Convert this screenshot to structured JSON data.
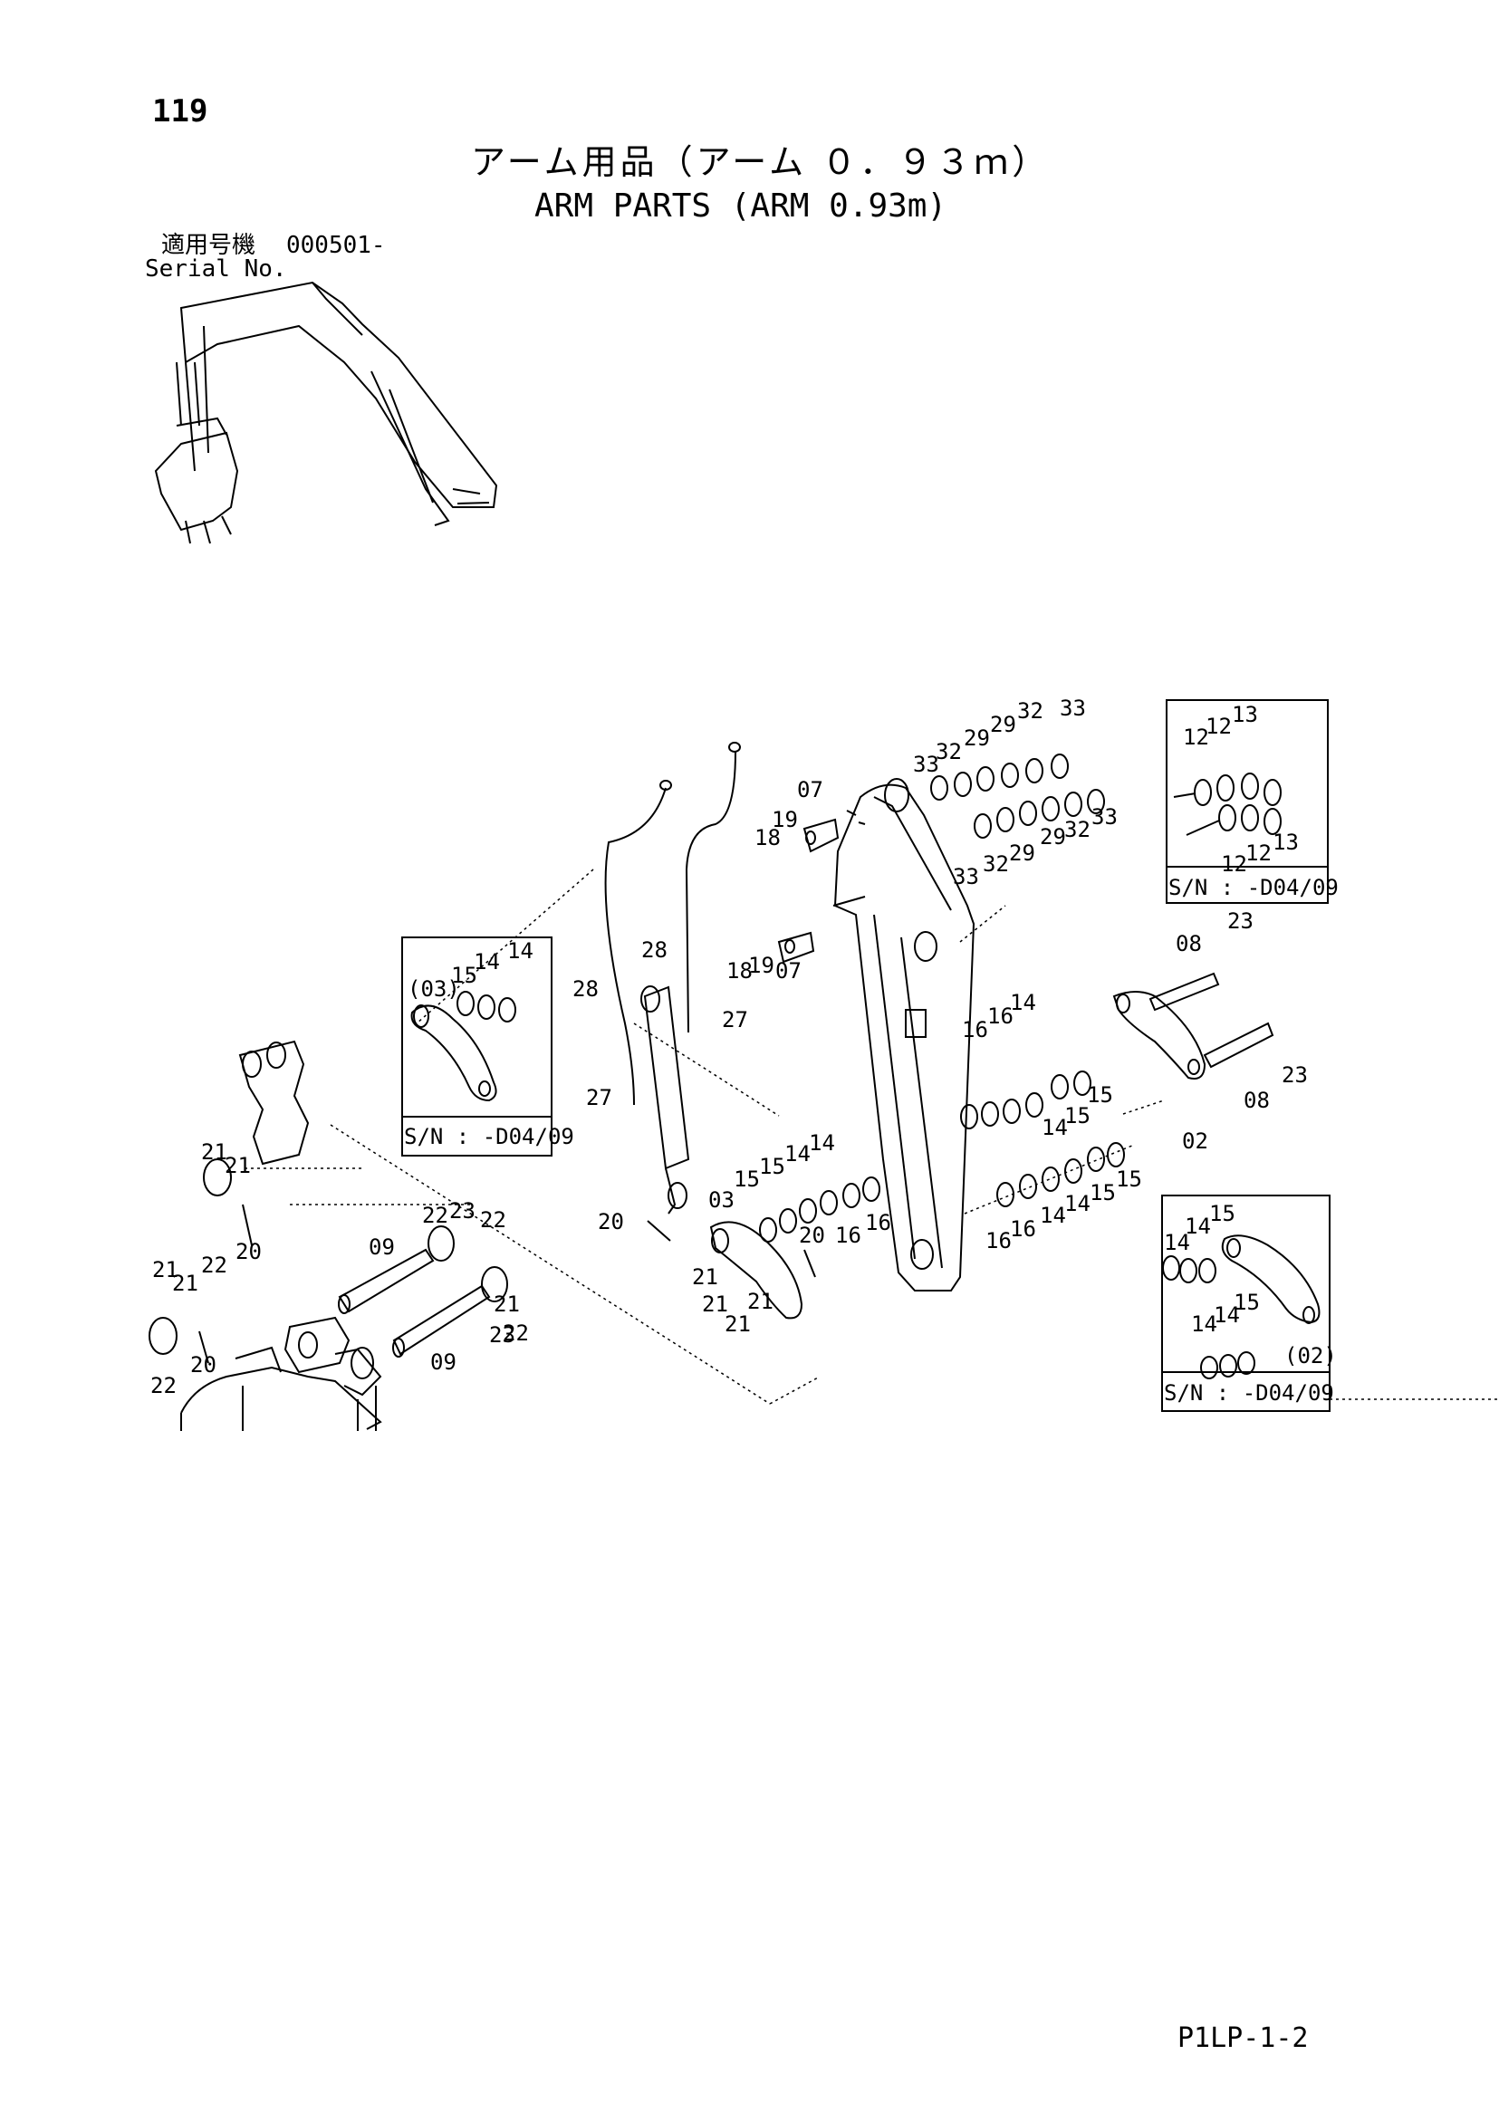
{
  "page": {
    "number": "119",
    "code": "P1LP-1-2"
  },
  "title": {
    "japanese": "アーム用品（アーム ０．９３ｍ）",
    "english": "ARM PARTS (ARM 0.93m)"
  },
  "serial": {
    "japanese_label": "適用号機",
    "number": "000501-",
    "english_label": "Serial No."
  },
  "detail_boxes": {
    "top_right": {
      "serial_note": "S/N : -D04/09"
    },
    "left": {
      "part_ref": "(03)",
      "serial_note": "S/N : -D04/09"
    },
    "bottom_right": {
      "part_ref": "(02)",
      "serial_note": "S/N : -D04/09"
    }
  },
  "callouts": {
    "c01": "33",
    "c02": "32",
    "c03": "29",
    "c04": "29",
    "c05": "32",
    "c06": "33",
    "c07": "33",
    "c08": "32",
    "c09": "29",
    "c10": "29",
    "c11": "32",
    "c12": "33",
    "c13": "07",
    "c14": "19",
    "c15": "18",
    "c16": "28",
    "c17": "28",
    "c18": "18",
    "c19": "19",
    "c20": "07",
    "c21": "27",
    "c22": "27",
    "c23": "12",
    "c24": "12",
    "c25": "13",
    "c26": "12",
    "c27": "12",
    "c28": "13",
    "c29": "08",
    "c30": "23",
    "c31": "08",
    "c32": "23",
    "c33": "02",
    "c34": "15",
    "c35": "14",
    "c36": "14",
    "c37": "16",
    "c38": "16",
    "c39": "14",
    "c40": "14",
    "c41": "15",
    "c42": "15",
    "c43": "16",
    "c44": "16",
    "c45": "14",
    "c46": "14",
    "c47": "15",
    "c48": "15",
    "c49": "15",
    "c50": "15",
    "c51": "14",
    "c52": "14",
    "c53": "16",
    "c54": "16",
    "c55": "03",
    "c56": "20",
    "c57": "20",
    "c58": "21",
    "c59": "21",
    "c60": "21",
    "c61": "21",
    "c62": "21",
    "c63": "21",
    "c64": "21",
    "c65": "20",
    "c66": "22",
    "c67": "23",
    "c68": "09",
    "c69": "22",
    "c70": "21",
    "c71": "21",
    "c72": "22",
    "c73": "23",
    "c74": "22",
    "c75": "09",
    "c76": "20",
    "c77": "22",
    "c78": "14",
    "c79": "14",
    "c80": "15",
    "c81": "14",
    "c82": "14",
    "c83": "15"
  }
}
